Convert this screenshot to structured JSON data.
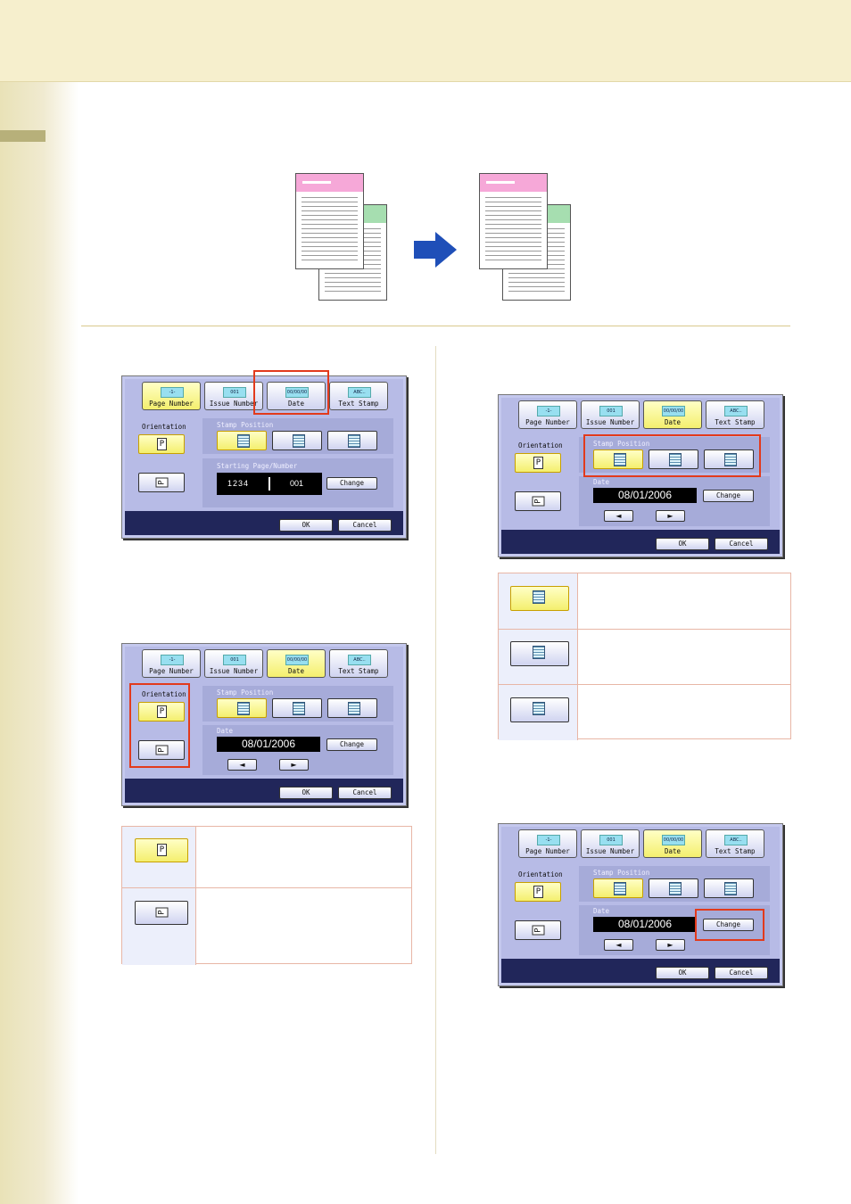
{
  "tabs": [
    {
      "label": "Page Number",
      "icon": "-1-"
    },
    {
      "label": "Issue Number",
      "icon": "001"
    },
    {
      "label": "Date",
      "icon": "00/00/00"
    },
    {
      "label": "Text Stamp",
      "icon": "ABC.."
    }
  ],
  "labels": {
    "orientation": "Orientation",
    "stamp_position": "Stamp Position",
    "starting_page_number": "Starting Page/Number",
    "date": "Date",
    "change": "Change",
    "ok": "OK",
    "cancel": "Cancel",
    "portrait_glyph": "P",
    "landscape_glyph": "P"
  },
  "values": {
    "start_number": "001",
    "date": "08/01/2006",
    "pages_icon": "1234"
  },
  "arrows": {
    "left": "◄",
    "right": "►"
  },
  "colors": {
    "highlight": "#e23a1c",
    "panel_bg": "#b7bbe6",
    "selected_yellow": "#f4ef6e",
    "footer": "#21265a",
    "doc_header_pink": "#f6a8d8",
    "doc_header_green": "#a6deb0",
    "arrow_blue": "#1f4fb8"
  }
}
